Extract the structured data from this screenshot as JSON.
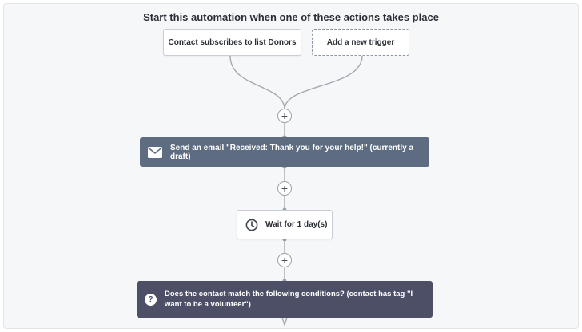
{
  "canvas": {
    "title": "Start this automation when one of these actions takes place"
  },
  "triggers": [
    {
      "label": "Contact subscribes to list Donors"
    },
    {
      "label": "Add a new trigger"
    }
  ],
  "actions": {
    "email": {
      "icon": "envelope-icon",
      "label": "Send an email \"Received: Thank you for your help!\" (currently a draft)"
    },
    "wait": {
      "icon": "clock-icon",
      "label": "Wait for 1 day(s)"
    },
    "condition": {
      "icon": "question-icon",
      "icon_glyph": "?",
      "label": "Does the contact match the following conditions? (contact has tag \"I want to be a volunteer\")"
    }
  },
  "add_buttons": [
    {
      "glyph": "+"
    },
    {
      "glyph": "+"
    },
    {
      "glyph": "+"
    }
  ],
  "colors": {
    "email_block": "#5d6c80",
    "condition_block": "#4c4f66",
    "connector": "#9aa1ac"
  }
}
